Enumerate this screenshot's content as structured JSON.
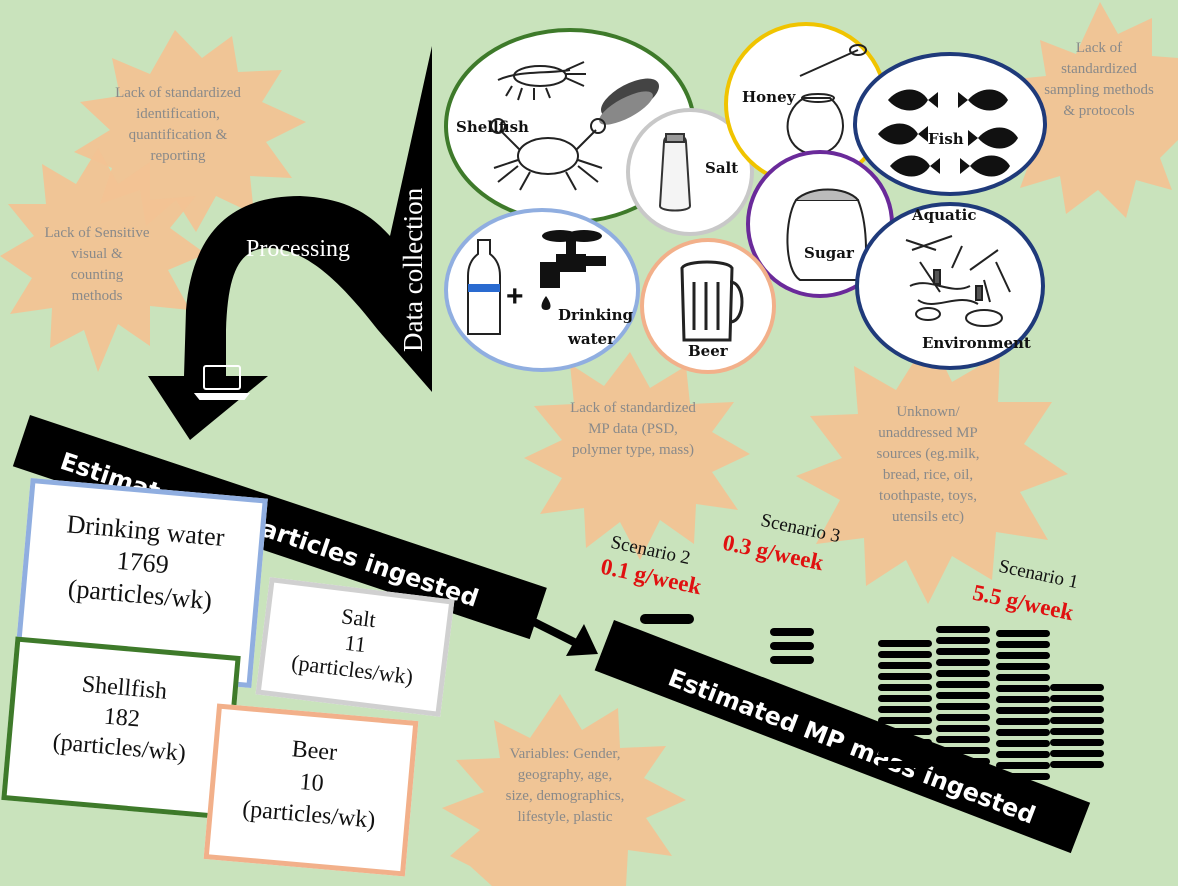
{
  "bursts": {
    "identification": [
      "Lack of standardized",
      "identification,",
      "quantification &",
      "reporting"
    ],
    "sensitive": [
      "Lack of Sensitive",
      "visual &",
      "counting",
      "methods"
    ],
    "sampling": [
      "Lack of",
      "standardized",
      "sampling methods",
      "& protocols"
    ],
    "mp_data": [
      "Lack of standardized",
      "MP data (PSD,",
      "polymer type, mass)"
    ],
    "unknown": [
      "Unknown/",
      "unaddressed MP",
      "sources (eg.milk,",
      "bread, rice, oil,",
      "toothpaste, toys,",
      "utensils etc)"
    ],
    "variables": [
      "Variables: Gender,",
      "geography, age,",
      "size, demographics,",
      "lifestyle, plastic"
    ]
  },
  "arrow": {
    "data_collection": "Data collection",
    "processing": "Processing"
  },
  "sources": {
    "shellfish": "Shellfish",
    "salt": "Salt",
    "honey": "Honey",
    "fish": "Fish",
    "sugar": "Sugar",
    "aquatic": "Aquatic",
    "environment": "Environment",
    "drinking_water": [
      "Drinking",
      "water"
    ],
    "beer": "Beer",
    "plus": "+"
  },
  "banners": {
    "particles": "Estimated MP particles ingested",
    "mass": "Estimated MP mass ingested"
  },
  "boxes": {
    "drinking_water": {
      "name": "Drinking water",
      "value": "1769",
      "unit": "(particles/wk)"
    },
    "salt": {
      "name": "Salt",
      "value": "11",
      "unit": "(particles/wk)"
    },
    "shellfish": {
      "name": "Shellfish",
      "value": "182",
      "unit": "(particles/wk)"
    },
    "beer": {
      "name": "Beer",
      "value": "10",
      "unit": "(particles/wk)"
    }
  },
  "scenarios": {
    "s2": {
      "label": "Scenario 2",
      "value": "0.1 g/week"
    },
    "s3": {
      "label": "Scenario 3",
      "value": "0.3 g/week"
    },
    "s1": {
      "label": "Scenario 1",
      "value": "5.5 g/week"
    }
  },
  "colors": {
    "background": "#c9e3bc",
    "burst": "#f2c393",
    "scenario_value": "#e01010",
    "shellfish_ring": "#3e7a2a",
    "salt_ring": "#c8c8c8",
    "honey_ring": "#f0c400",
    "fish_ring": "#1f3a7a",
    "sugar_ring": "#6a2a9a",
    "aquatic_ring": "#1f3a7a",
    "water_ring": "#90aee0",
    "beer_ring": "#f2b08a"
  }
}
